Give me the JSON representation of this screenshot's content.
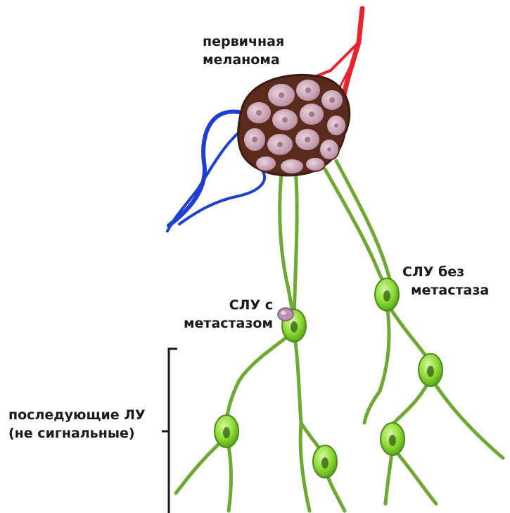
{
  "labels": {
    "primary_melanoma": [
      "первичная",
      "меланома"
    ],
    "sln_with_metastasis": [
      "СЛУ с",
      "метастазом"
    ],
    "sln_without_metastasis": [
      "СЛУ без",
      "метастаза"
    ],
    "subsequent_ln": [
      "последующие ЛУ",
      "(не сигнальные)"
    ]
  },
  "colors": {
    "artery": "#e8222e",
    "vein": "#1f3fd1",
    "lymph_vessel": "#6fa832",
    "lymph_node_fill": "#7ed321",
    "tumor_cell_fill": "#c7a0b1",
    "tumor_cell_border": "#5a2a1c",
    "metastasis": "#b890b4",
    "bracket": "#1a1a1a"
  }
}
